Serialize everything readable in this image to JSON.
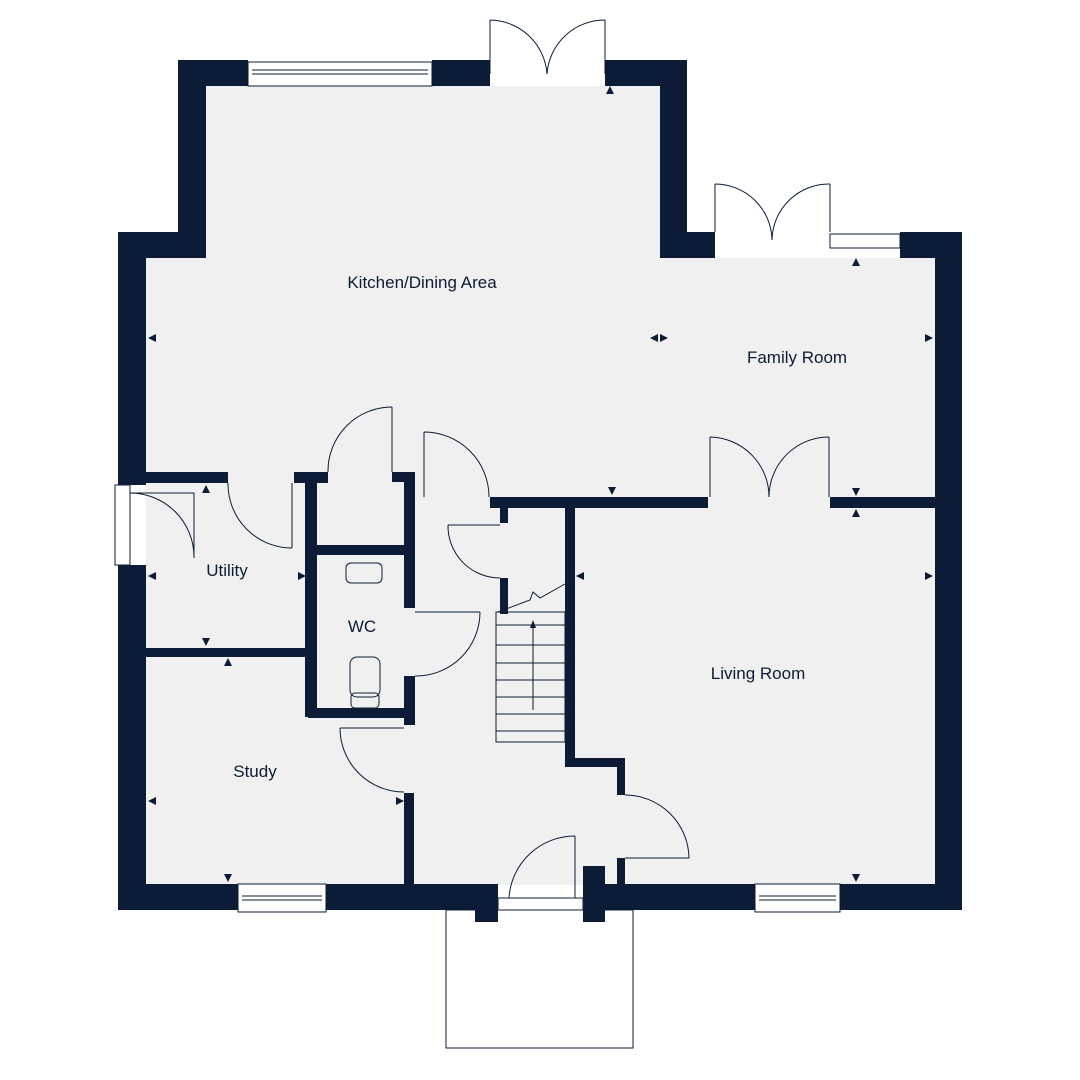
{
  "rooms": {
    "kitchen": "Kitchen/Dining Area",
    "family": "Family Room",
    "utility": "Utility",
    "wc": "WC",
    "living": "Living Room",
    "study": "Study"
  },
  "colors": {
    "wall": "#0c1c36",
    "floor": "#f0f0f0"
  }
}
